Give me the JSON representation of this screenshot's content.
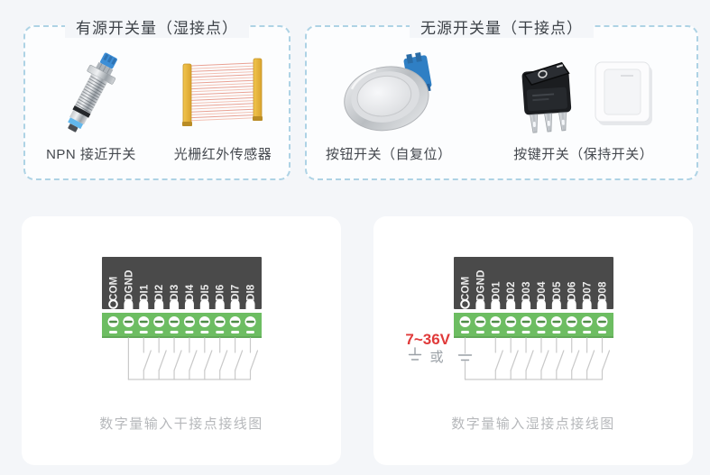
{
  "groups": {
    "wet_switch": {
      "title": "有源开关量（湿接点）",
      "items": [
        {
          "label": "NPN 接近开关",
          "icon": "npn-proximity-sensor"
        },
        {
          "label": "光栅红外传感器",
          "icon": "light-curtain-sensor"
        }
      ]
    },
    "dry_switch": {
      "title": "无源开关量（干接点）",
      "items": [
        {
          "label": "按钮开关（自复位）",
          "icon": "metal-push-button"
        },
        {
          "label": "按键开关（保持开关）",
          "icon": "rocker-and-wall-switch"
        }
      ]
    }
  },
  "wiring": {
    "dry_contact": {
      "caption": "数字量输入干接点接线图",
      "terminals": [
        "COM",
        "DGND",
        "DI1",
        "DI2",
        "DI3",
        "DI4",
        "DI5",
        "DI6",
        "DI7",
        "DI8"
      ],
      "straight_wire_terminal": "DGND",
      "switched_terminals": [
        "DI1",
        "DI2",
        "DI3",
        "DI4",
        "DI5",
        "DI6",
        "DI7",
        "DI8"
      ]
    },
    "wet_contact": {
      "caption": "数字量输入湿接点接线图",
      "terminals": [
        "COM",
        "DGND",
        "D01",
        "D02",
        "D03",
        "D04",
        "D05",
        "D06",
        "D07",
        "D08"
      ],
      "power_terminal": "COM",
      "voltage_label": "7~36V",
      "or_label": "或",
      "switched_terminals": [
        "D01",
        "D02",
        "D03",
        "D04",
        "D05",
        "D06",
        "D07",
        "D08"
      ]
    }
  },
  "colors": {
    "dashed_border_blue": "#aed3e5",
    "block_dark": "#4a4a4a",
    "terminal_green": "#6dbd62",
    "screw_slot_green": "#4e8c46",
    "wire_gray": "#c9c9c9",
    "terminal_label_light": "#ececec",
    "voltage_red": "#e03a3a",
    "symbol_gray": "#9aa0a6",
    "caption_gray": "#b6b8bb"
  }
}
